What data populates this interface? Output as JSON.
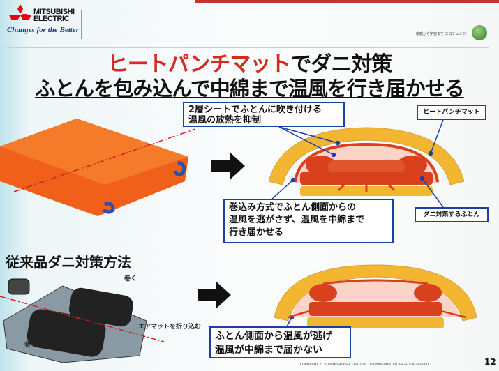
{
  "header": {
    "logo_line1": "MITSUBISHI",
    "logo_line2": "ELECTRIC",
    "tagline": "Changes for the Better",
    "eco_slogan": "家庭から宇宙まで エコチェンジ"
  },
  "title": {
    "red_part": "ヒートパンチマット",
    "black_part": "でダニ対策"
  },
  "subtitle": "ふとんを包み込んで中綿まで温風を行き届かせる",
  "callouts": {
    "two_layer": [
      "2層シートでふとんに吹き付ける",
      "温風の放熱を抑制"
    ],
    "mat": "ヒートパンチマット",
    "wrap": [
      "巻込み方式でふとん側面からの",
      "温風を逃がさず、温風を中綿まで",
      "行き届かせる"
    ],
    "futon": "ダニ対策するふとん",
    "leak": [
      "ふとん側面から温風が逃げ",
      "温風が中綿まで届かない"
    ]
  },
  "conventional": {
    "heading": "従来品ダニ対策方法",
    "wrap1": "巻く",
    "wrap2": "巻く",
    "fold": "エアマットを折り込む"
  },
  "footer": {
    "copyright": "COPYRIGHT © 2014 MITSUBISHI ELECTRIC CORPORATION. ALL RIGHTS RESERVED.",
    "page": "12"
  },
  "colors": {
    "brand_red": "#d42a20",
    "callout_border": "#1c3fa6",
    "mat_yellow": "#f2b630",
    "futon_red": "#d9401e"
  }
}
